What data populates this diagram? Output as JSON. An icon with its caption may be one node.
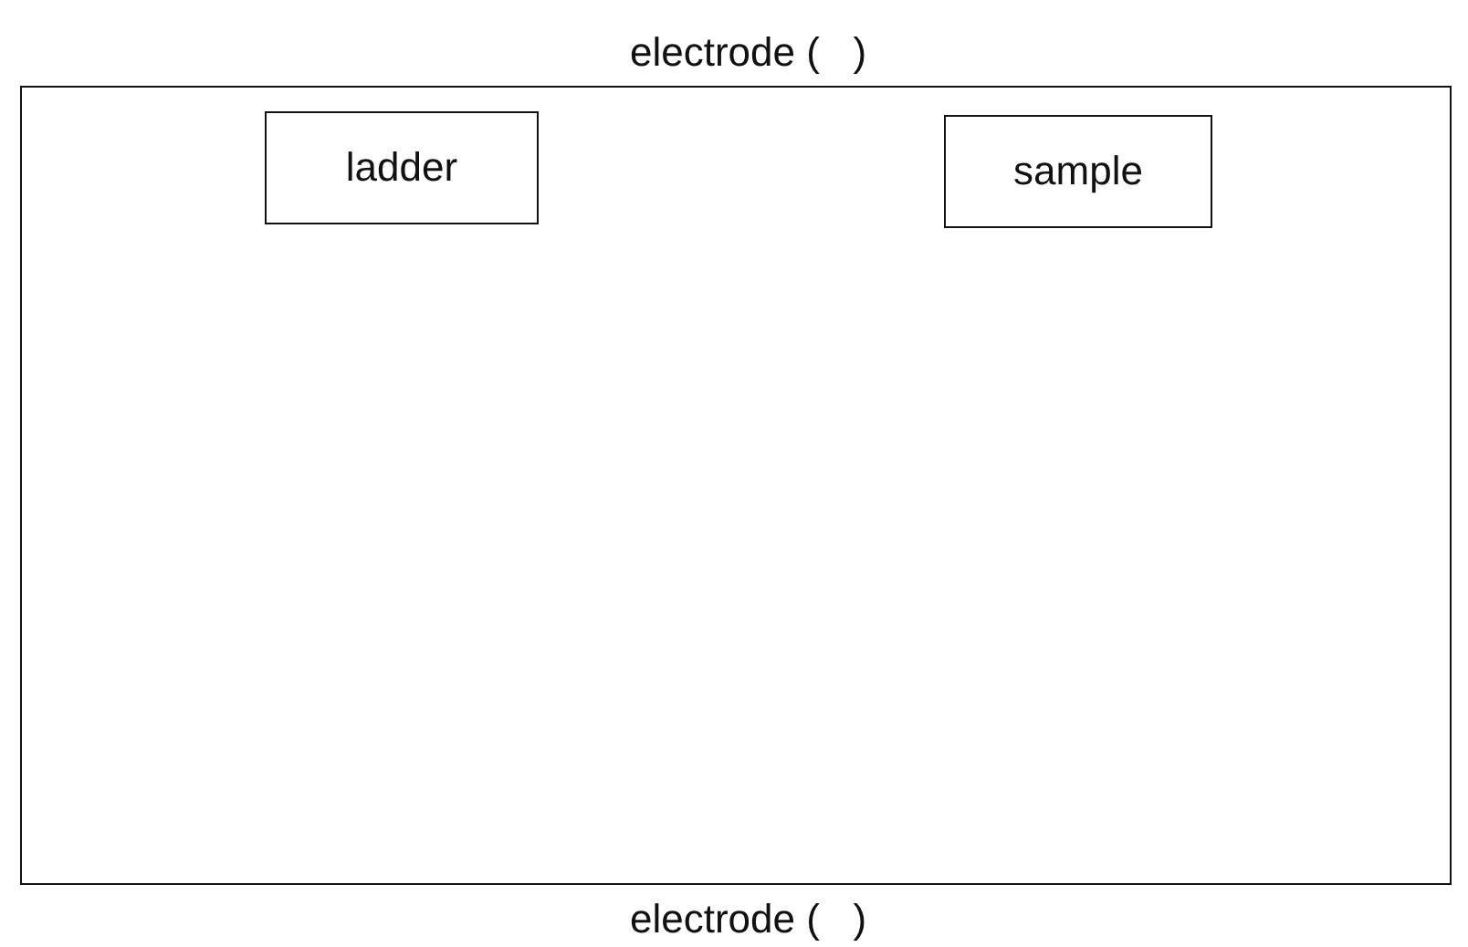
{
  "diagram": {
    "nodes": [
      {
        "text": [],
        "shape": "box"
      },
      {
        "text": [
          "ladder"
        ],
        "in": 0
      },
      {
        "text": [
          "sample"
        ],
        "in": 0
      }
    ],
    "labels": [
      "electrode (   )",
      "electrode (   )"
    ]
  }
}
